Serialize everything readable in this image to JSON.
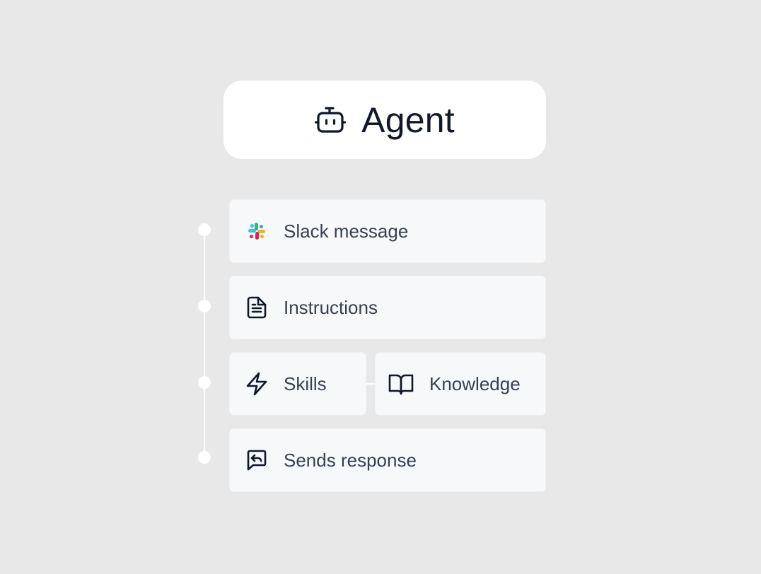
{
  "agent": {
    "title": "Agent",
    "icon": "robot-icon"
  },
  "steps": [
    {
      "label": "Slack message",
      "icon": "slack-icon"
    },
    {
      "label": "Instructions",
      "icon": "document-icon"
    },
    {
      "label": "Skills",
      "icon": "lightning-bolt-icon"
    },
    {
      "label": "Knowledge",
      "icon": "open-book-icon"
    },
    {
      "label": "Sends response",
      "icon": "reply-message-icon"
    }
  ],
  "colors": {
    "background": "#e8e8e8",
    "card": "#ffffff",
    "step_card": "#f7f8fa",
    "title_text": "#111827",
    "step_text": "#374151",
    "slack_blue": "#36C5F0",
    "slack_green": "#2EB67D",
    "slack_yellow": "#ECB22E",
    "slack_red": "#E01E5A"
  }
}
